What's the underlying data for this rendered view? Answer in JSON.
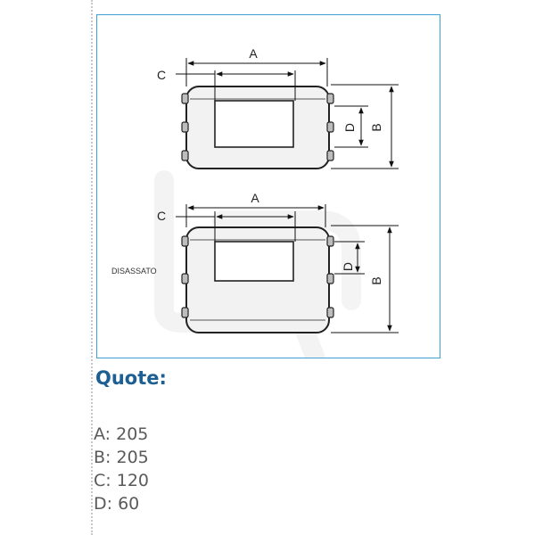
{
  "diagram": {
    "top_view": {
      "labels": {
        "a": "A",
        "b": "B",
        "c": "C",
        "d": "D"
      }
    },
    "bottom_view": {
      "labels": {
        "a": "A",
        "b": "B",
        "c": "C",
        "d": "D"
      },
      "side_note": "DISASSATO"
    }
  },
  "quote": {
    "title": "Quote:",
    "items": [
      {
        "label": "A",
        "value": "205"
      },
      {
        "label": "B",
        "value": "205"
      },
      {
        "label": "C",
        "value": "120"
      },
      {
        "label": "D",
        "value": "60"
      }
    ]
  },
  "colors": {
    "frame_border": "#3fa0d6",
    "title": "#1e5f93",
    "values": "#5a5a5a"
  }
}
